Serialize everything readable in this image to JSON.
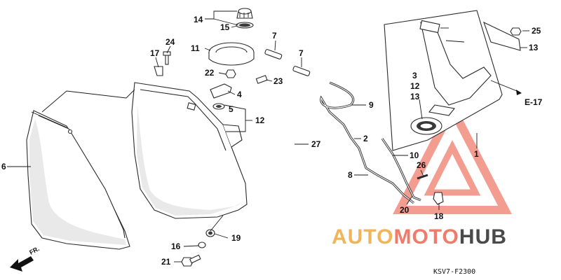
{
  "callouts": {
    "c1": "1",
    "c2": "2",
    "c3": "3",
    "c4": "4",
    "c5": "5",
    "c6": "6",
    "c7a": "7",
    "c7b": "7",
    "c8": "8",
    "c9": "9",
    "c10": "10",
    "c11": "11",
    "c12a": "12",
    "c12b": "12",
    "c13a": "13",
    "c13b": "13",
    "c14": "14",
    "c15": "15",
    "c16": "16",
    "c17": "17",
    "c18": "18",
    "c19": "19",
    "c20": "20",
    "c21": "21",
    "c22": "22",
    "c23": "23",
    "c24": "24",
    "c25": "25",
    "c26": "26",
    "c27": "27"
  },
  "reference": "E-17",
  "direction_label": "FR.",
  "diagram_code": "KSV7-F2300",
  "watermark": {
    "part1": "AUTO",
    "part2": "MOTO",
    "part3": "HUB"
  },
  "colors": {
    "watermark_orange": "#f2b45a",
    "watermark_red": "#f07b6b",
    "watermark_dark": "#4a4a4a",
    "line": "#2a2a2a"
  }
}
